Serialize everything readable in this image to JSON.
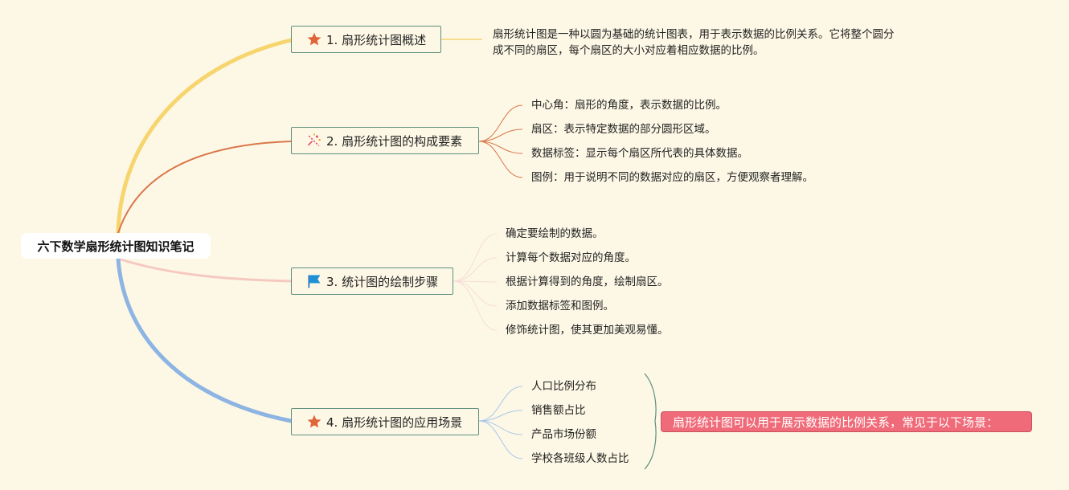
{
  "root": {
    "title": "六下数学扇形统计图知识笔记"
  },
  "colors": {
    "background": "#fdf8e6",
    "branch1": "#f7d56e",
    "branch2": "#d9774a",
    "branch3": "#f6c9c0",
    "branch4": "#8db4e2",
    "callout": "#f06b79",
    "node_border": "#5f8f7e"
  },
  "branches": [
    {
      "label": "1. 扇形统计图概述",
      "icon": "star-icon",
      "description": "扇形统计图是一种以圆为基础的统计图表，用于表示数据的比例关系。它将整个圆分成不同的扇区，每个扇区的大小对应着相应数据的比例。"
    },
    {
      "label": "2. 扇形统计图的构成要素",
      "icon": "party-popper-icon",
      "items": [
        "中心角：扇形的角度，表示数据的比例。",
        "扇区：表示特定数据的部分圆形区域。",
        "数据标签：显示每个扇区所代表的具体数据。",
        "图例：用于说明不同的数据对应的扇区，方便观察者理解。"
      ]
    },
    {
      "label": "3. 统计图的绘制步骤",
      "icon": "flag-icon",
      "items": [
        "确定要绘制的数据。",
        "计算每个数据对应的角度。",
        "根据计算得到的角度，绘制扇区。",
        "添加数据标签和图例。",
        "修饰统计图，使其更加美观易懂。"
      ]
    },
    {
      "label": "4. 扇形统计图的应用场景",
      "icon": "star-icon",
      "items": [
        "人口比例分布",
        "销售额占比",
        "产品市场份额",
        "学校各班级人数占比"
      ],
      "summary": "扇形统计图可以用于展示数据的比例关系，常见于以下场景："
    }
  ]
}
